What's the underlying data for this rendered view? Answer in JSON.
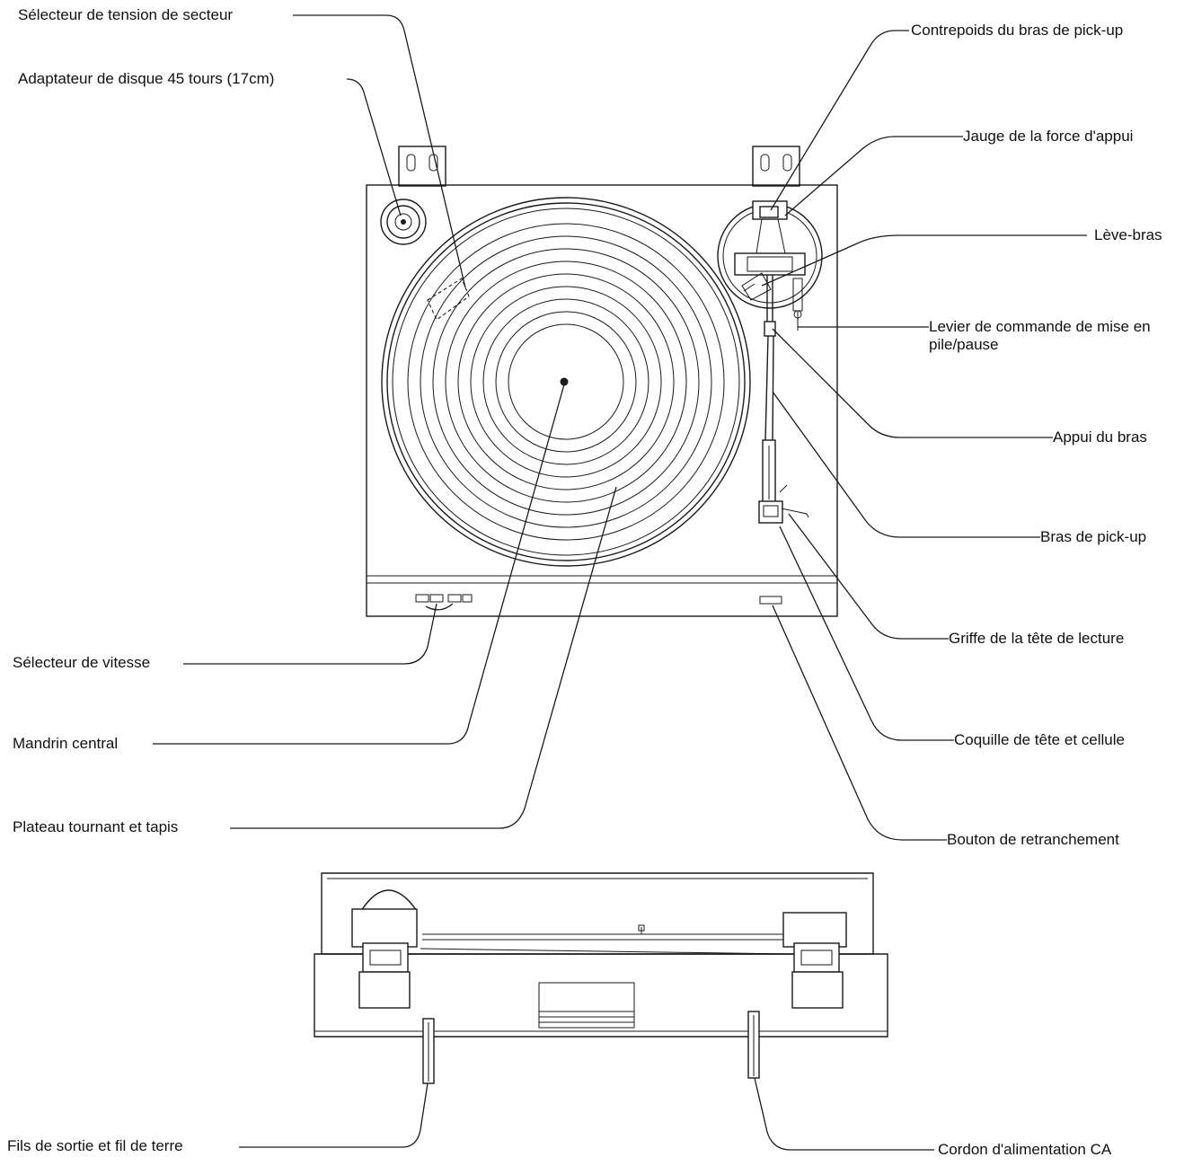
{
  "labels": {
    "selecteur_tension": "Sélecteur de tension de secteur",
    "adaptateur_45": "Adaptateur de disque 45 tours (17cm)",
    "contrepoids": "Contrepoids du bras de pick-up",
    "jauge_force": "Jauge de la force d'appui",
    "leve_bras": "Lève-bras",
    "levier_commande": "Levier de commande de mise en pile/pause",
    "appui_bras": "Appui du bras",
    "bras_pickup": "Bras de pick-up",
    "griffe_tete": "Griffe de la tête de lecture",
    "coquille_tete": "Coquille de tête et cellule",
    "bouton_retranchement": "Bouton de retranchement",
    "selecteur_vitesse": "Sélecteur de vitesse",
    "mandrin_central": "Mandrin central",
    "plateau_tapis": "Plateau tournant et tapis",
    "fils_sortie": "Fils de sortie et fil de terre",
    "cordon_alimentation": "Cordon d'alimentation CA"
  }
}
